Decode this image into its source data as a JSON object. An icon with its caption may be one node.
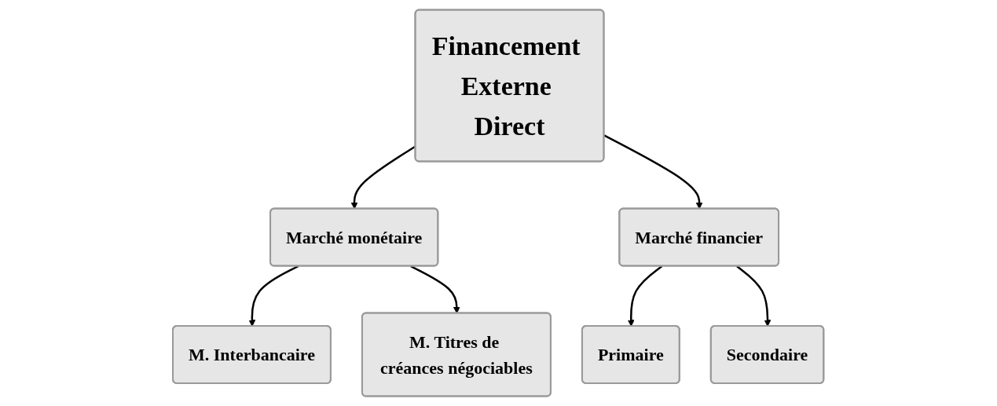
{
  "diagram": {
    "nodes": [
      {
        "text": [
          "Financement Externe Direct"
        ]
      },
      {
        "text": [
          "Marché monétaire"
        ]
      },
      {
        "text": [
          "Marché financier"
        ]
      },
      {
        "text": [
          "M. Interbancaire"
        ]
      },
      {
        "text": [
          "M. Titres de créances négociables"
        ]
      },
      {
        "text": [
          "Primaire"
        ]
      },
      {
        "text": [
          "Secondaire"
        ]
      }
    ],
    "edges": [
      {
        "from": 0,
        "to": 1,
        "arrow": "to"
      },
      {
        "from": 0,
        "to": 2,
        "arrow": "to"
      },
      {
        "from": 1,
        "to": 3,
        "arrow": "to"
      },
      {
        "from": 1,
        "to": 4,
        "arrow": "to"
      },
      {
        "from": 2,
        "to": 5,
        "arrow": "to"
      },
      {
        "from": 2,
        "to": 6,
        "arrow": "to"
      }
    ]
  }
}
